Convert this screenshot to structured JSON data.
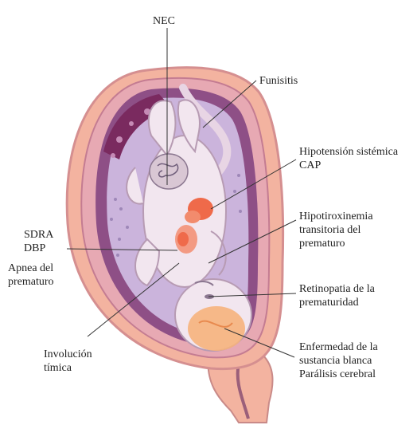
{
  "labels": {
    "nec": "NEC",
    "funisitis": "Funisitis",
    "hipotension": "Hipotensión sistémica\nCAP",
    "hipotiroxinemia": "Hipotiroxinemia\ntransitoria del\nprematuro",
    "sdra": "SDRA\nDBP",
    "apnea": "Apnea del\nprematuro",
    "retinopatia": "Retinopatia de la\nprematuridad",
    "involucion": "Involución\ntímica",
    "enfermedad": "Enfermedad de la\nsustancia blanca\nParálisis cerebral"
  },
  "colors": {
    "uterus_outer": "#f3b3a0",
    "uterus_wall": "#e8a6a0",
    "cavity": "#8e4f86",
    "fluid": "#cbb4dc",
    "skin": "#f2e6ef",
    "organ_red": "#ef6a4a",
    "brain": "#f6b27c"
  }
}
